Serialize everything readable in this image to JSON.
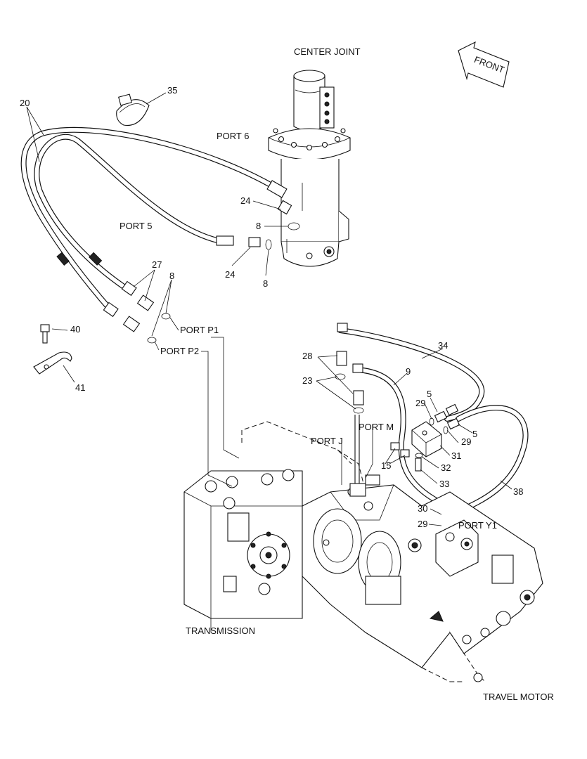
{
  "labels": {
    "center_joint": "CENTER JOINT",
    "front": "FRONT",
    "port_6": "PORT 6",
    "port_5": "PORT 5",
    "port_p1": "PORT P1",
    "port_p2": "PORT P2",
    "port_j": "PORT J",
    "port_m": "PORT M",
    "port_y1": "PORT Y1",
    "transmission": "TRANSMISSION",
    "travel_motor": "TRAVEL MOTOR"
  },
  "callouts": {
    "c20": "20",
    "c35": "35",
    "c24a": "24",
    "c8a": "8",
    "c24b": "24",
    "c8b": "8",
    "c27": "27",
    "c8c": "8",
    "c40": "40",
    "c41": "41",
    "c28": "28",
    "c23": "23",
    "c34": "34",
    "c9": "9",
    "c5a": "5",
    "c29a": "29",
    "c5b": "5",
    "c29b": "29",
    "c31": "31",
    "c15": "15",
    "c32": "32",
    "c33": "33",
    "c38": "38",
    "c30": "30",
    "c29c": "29"
  }
}
